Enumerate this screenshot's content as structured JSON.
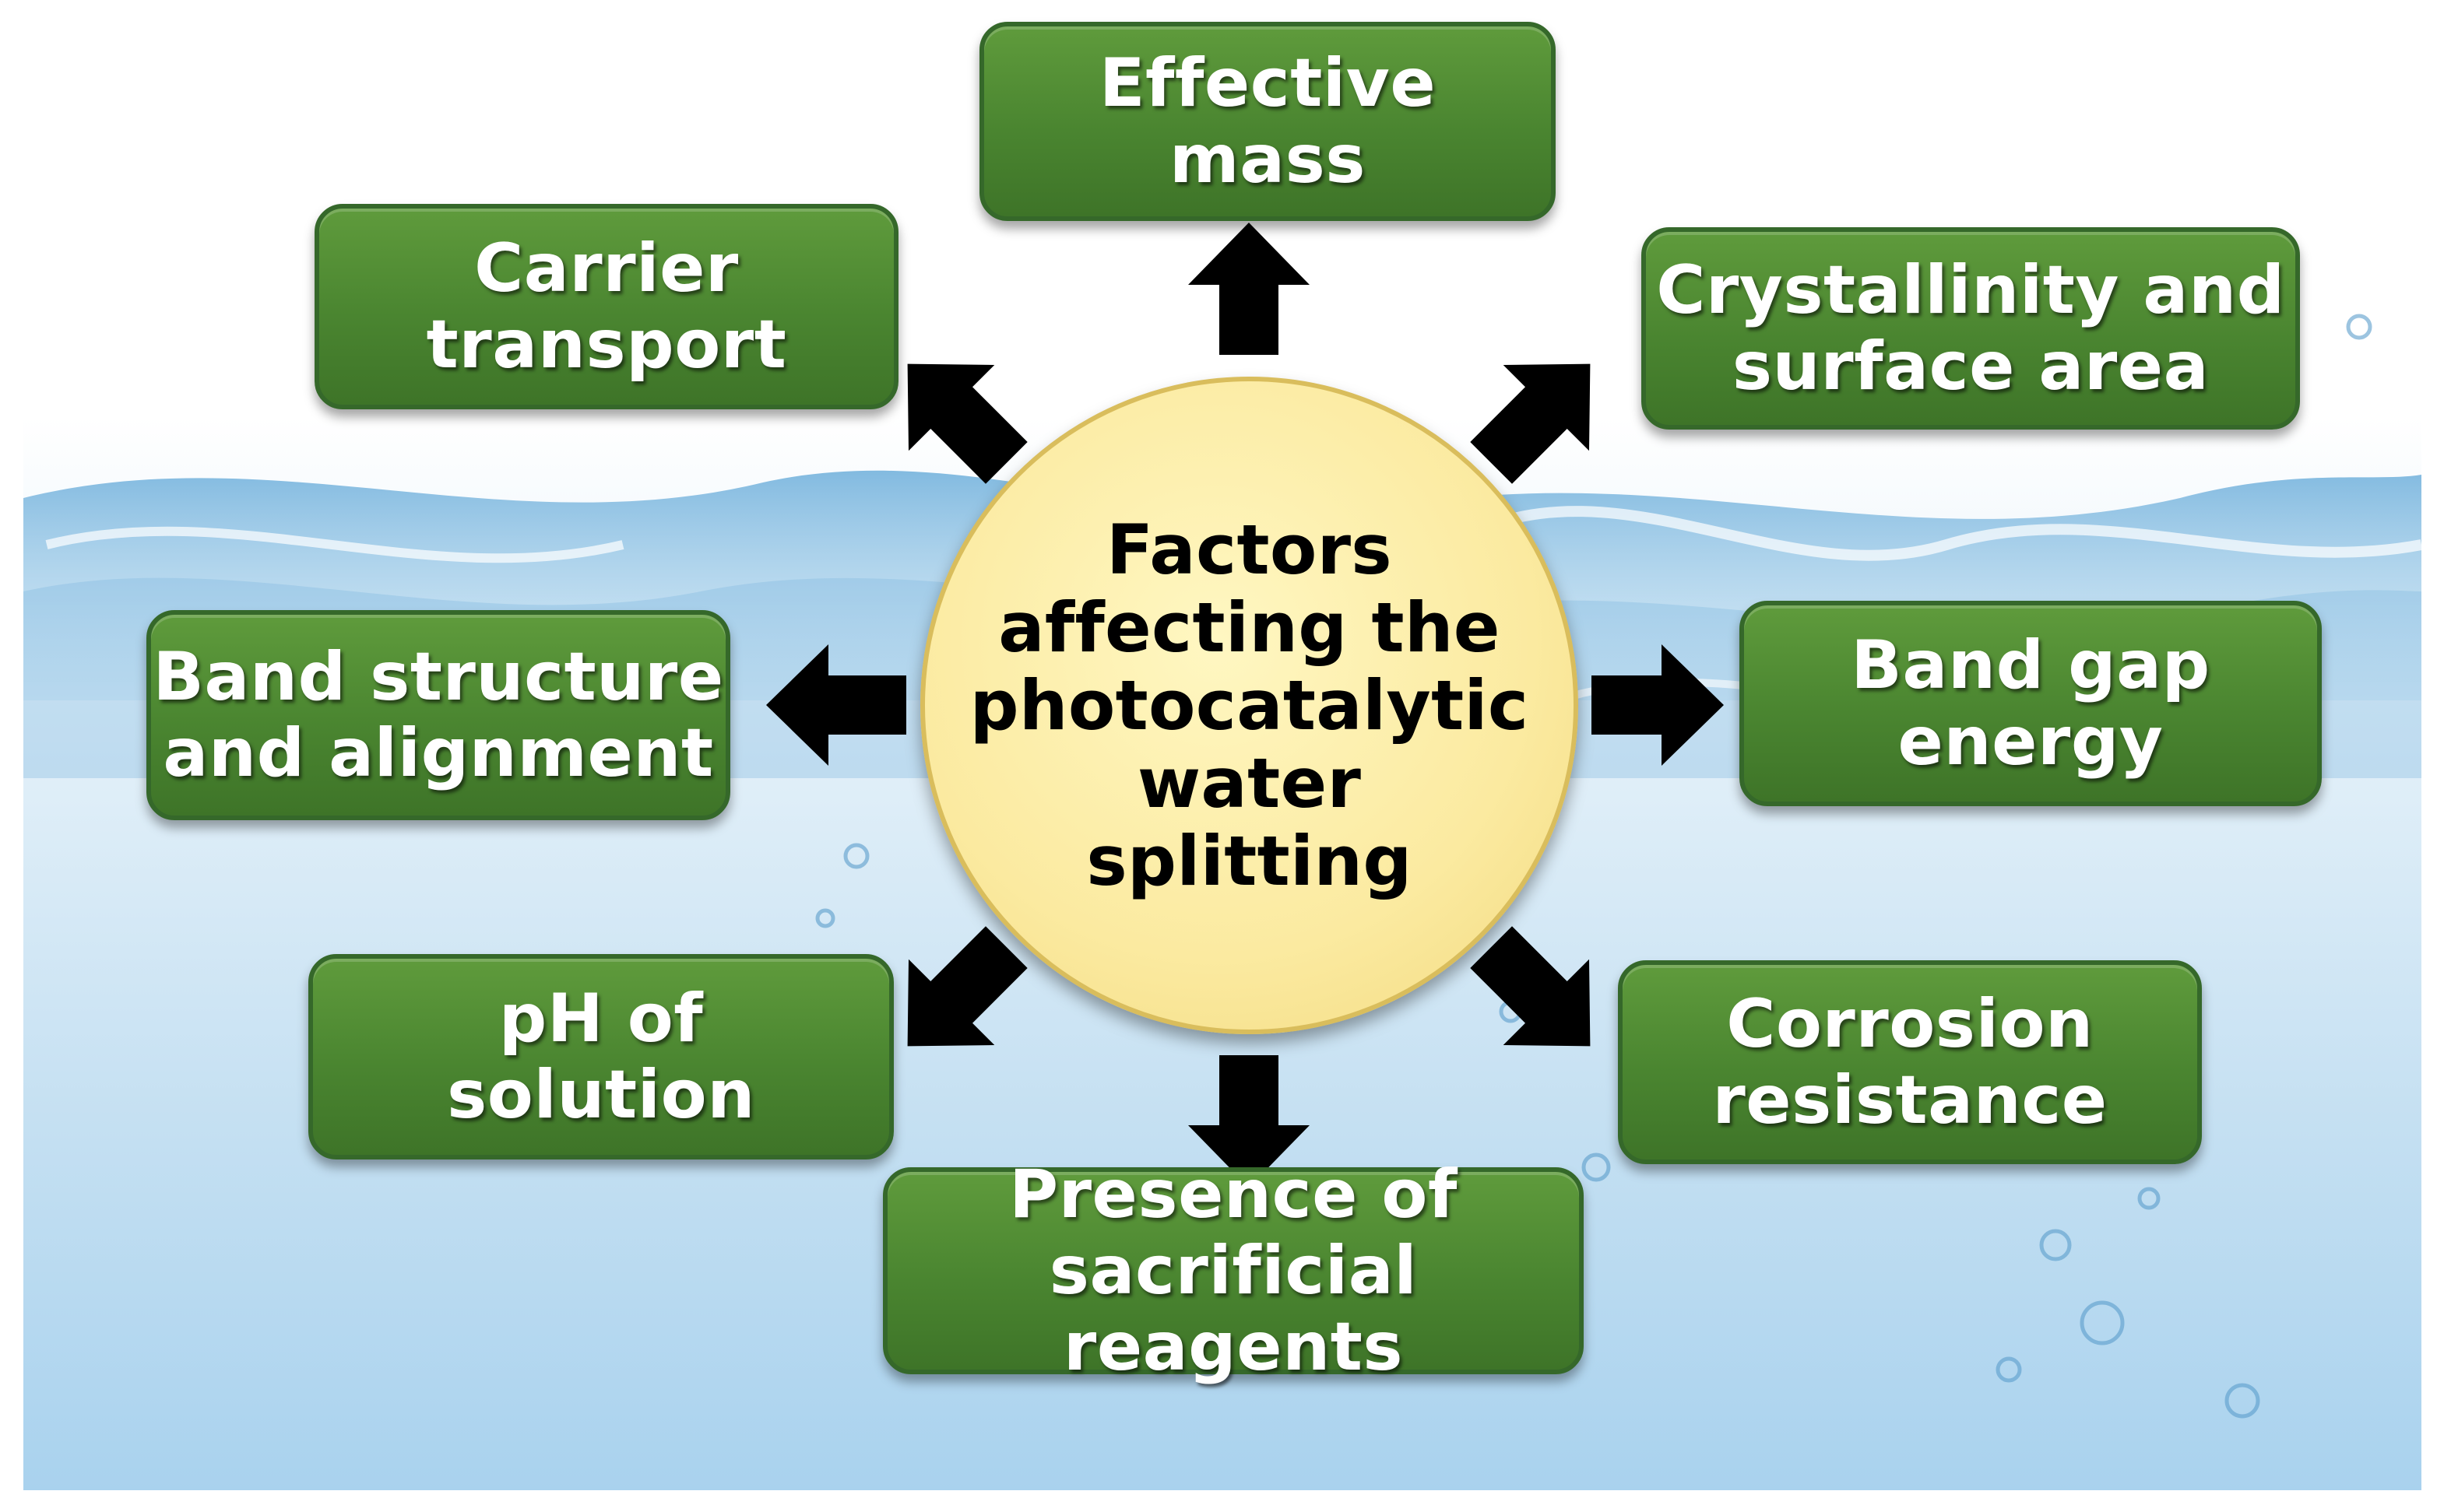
{
  "center": {
    "label": "Factors\naffecting the\nphotocatalytic\nwater\nsplitting"
  },
  "factors": [
    {
      "label": "Effective\nmass"
    },
    {
      "label": "Crystallinity and\nsurface area"
    },
    {
      "label": "Band gap\nenergy"
    },
    {
      "label": "Corrosion\nresistance"
    },
    {
      "label": "Presence of\nsacrificial reagents"
    },
    {
      "label": "pH of\nsolution"
    },
    {
      "label": "Band structure\nand alignment"
    },
    {
      "label": "Carrier\ntransport"
    }
  ],
  "colors": {
    "box_fill": "#4a8530",
    "box_border": "#35682a",
    "box_text": "#ffffff",
    "circle_fill": "#fbeaa0",
    "circle_text": "#000000",
    "arrow": "#000000",
    "water_light": "#d6ebf7",
    "water_dark": "#8fc3e6"
  }
}
